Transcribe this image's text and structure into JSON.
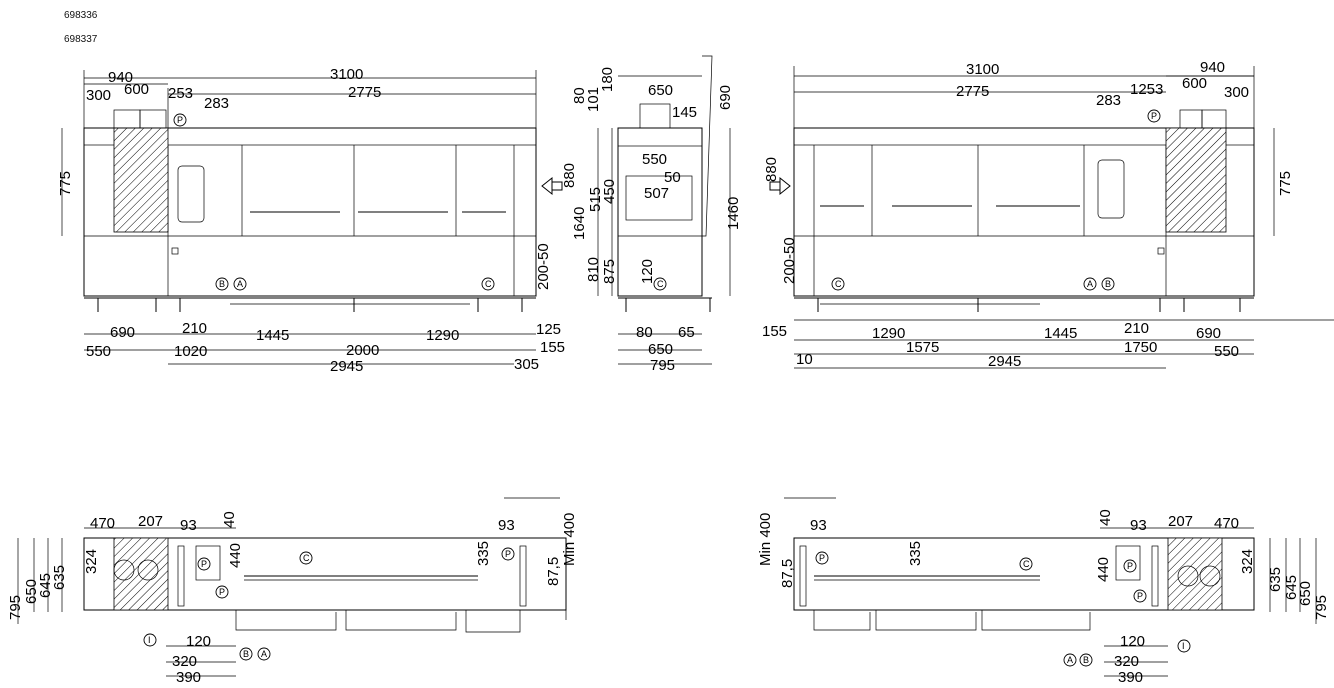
{
  "header": {
    "codes": [
      "698336",
      "698337"
    ]
  },
  "left_front": {
    "dims": [
      "940",
      "300",
      "600",
      "253",
      "283",
      "3100",
      "2775",
      "775",
      "690",
      "210",
      "1445",
      "1290",
      "550",
      "1020",
      "2000",
      "2945",
      "125",
      "155",
      "305"
    ],
    "markers": [
      "B",
      "A",
      "C",
      "P"
    ]
  },
  "side": {
    "dims": [
      "80",
      "101",
      "180",
      "650",
      "145",
      "690",
      "550",
      "50",
      "507",
      "880",
      "1640",
      "515",
      "450",
      "1460",
      "200-50",
      "810",
      "875",
      "120",
      "80",
      "65",
      "650",
      "795"
    ],
    "markers": [
      "C"
    ]
  },
  "right_front": {
    "dims": [
      "3100",
      "940",
      "2775",
      "283",
      "1253",
      "600",
      "300",
      "880",
      "775",
      "200-50",
      "155",
      "1290",
      "1445",
      "210",
      "690",
      "10",
      "1575",
      "1750",
      "550",
      "2945"
    ],
    "markers": [
      "A",
      "B",
      "C",
      "P"
    ]
  },
  "left_plan": {
    "dims": [
      "470",
      "207",
      "93",
      "40",
      "795",
      "650",
      "645",
      "635",
      "324",
      "440",
      "335",
      "87,5",
      "Min 400",
      "93",
      "120",
      "320",
      "390"
    ],
    "markers": [
      "P",
      "P",
      "C",
      "P",
      "I",
      "B",
      "A"
    ]
  },
  "right_plan": {
    "dims": [
      "Min 400",
      "93",
      "87,5",
      "335",
      "40",
      "440",
      "93",
      "207",
      "470",
      "324",
      "635",
      "645",
      "650",
      "795",
      "120",
      "320",
      "390"
    ],
    "markers": [
      "P",
      "C",
      "P",
      "P",
      "A",
      "B",
      "I"
    ]
  }
}
